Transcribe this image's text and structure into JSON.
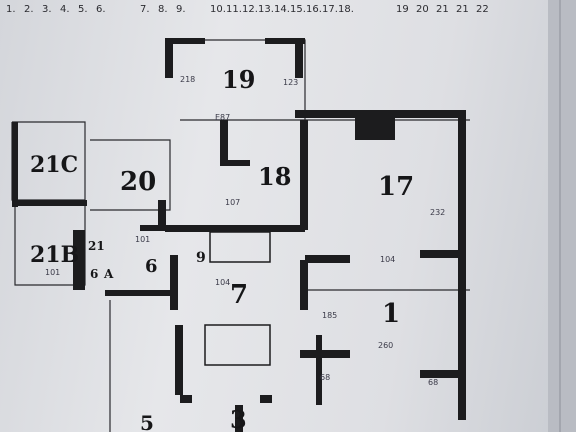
{
  "photo": {
    "subject": "photographed hand-annotated floor plan sheet",
    "line_numbers": [
      [
        "1.",
        "2.",
        "3.",
        "4.",
        "5.",
        "6."
      ],
      [
        "7.",
        "8.",
        "9."
      ],
      [
        "10.",
        "11.",
        "12.",
        "13.",
        "14.",
        "15.",
        "16.",
        "17.",
        "18."
      ],
      [
        "19",
        "20",
        "21",
        "21",
        "22"
      ]
    ],
    "rooms": [
      "21C",
      "21B",
      "20",
      "19",
      "18",
      "17",
      "21",
      "6",
      "A",
      "6",
      "9",
      "7",
      "1",
      "3",
      "5"
    ],
    "annotations": [
      "E87",
      "101",
      "101",
      "104",
      "104",
      "185",
      "260",
      "232",
      "218",
      "123",
      "68",
      "68",
      "107"
    ]
  }
}
